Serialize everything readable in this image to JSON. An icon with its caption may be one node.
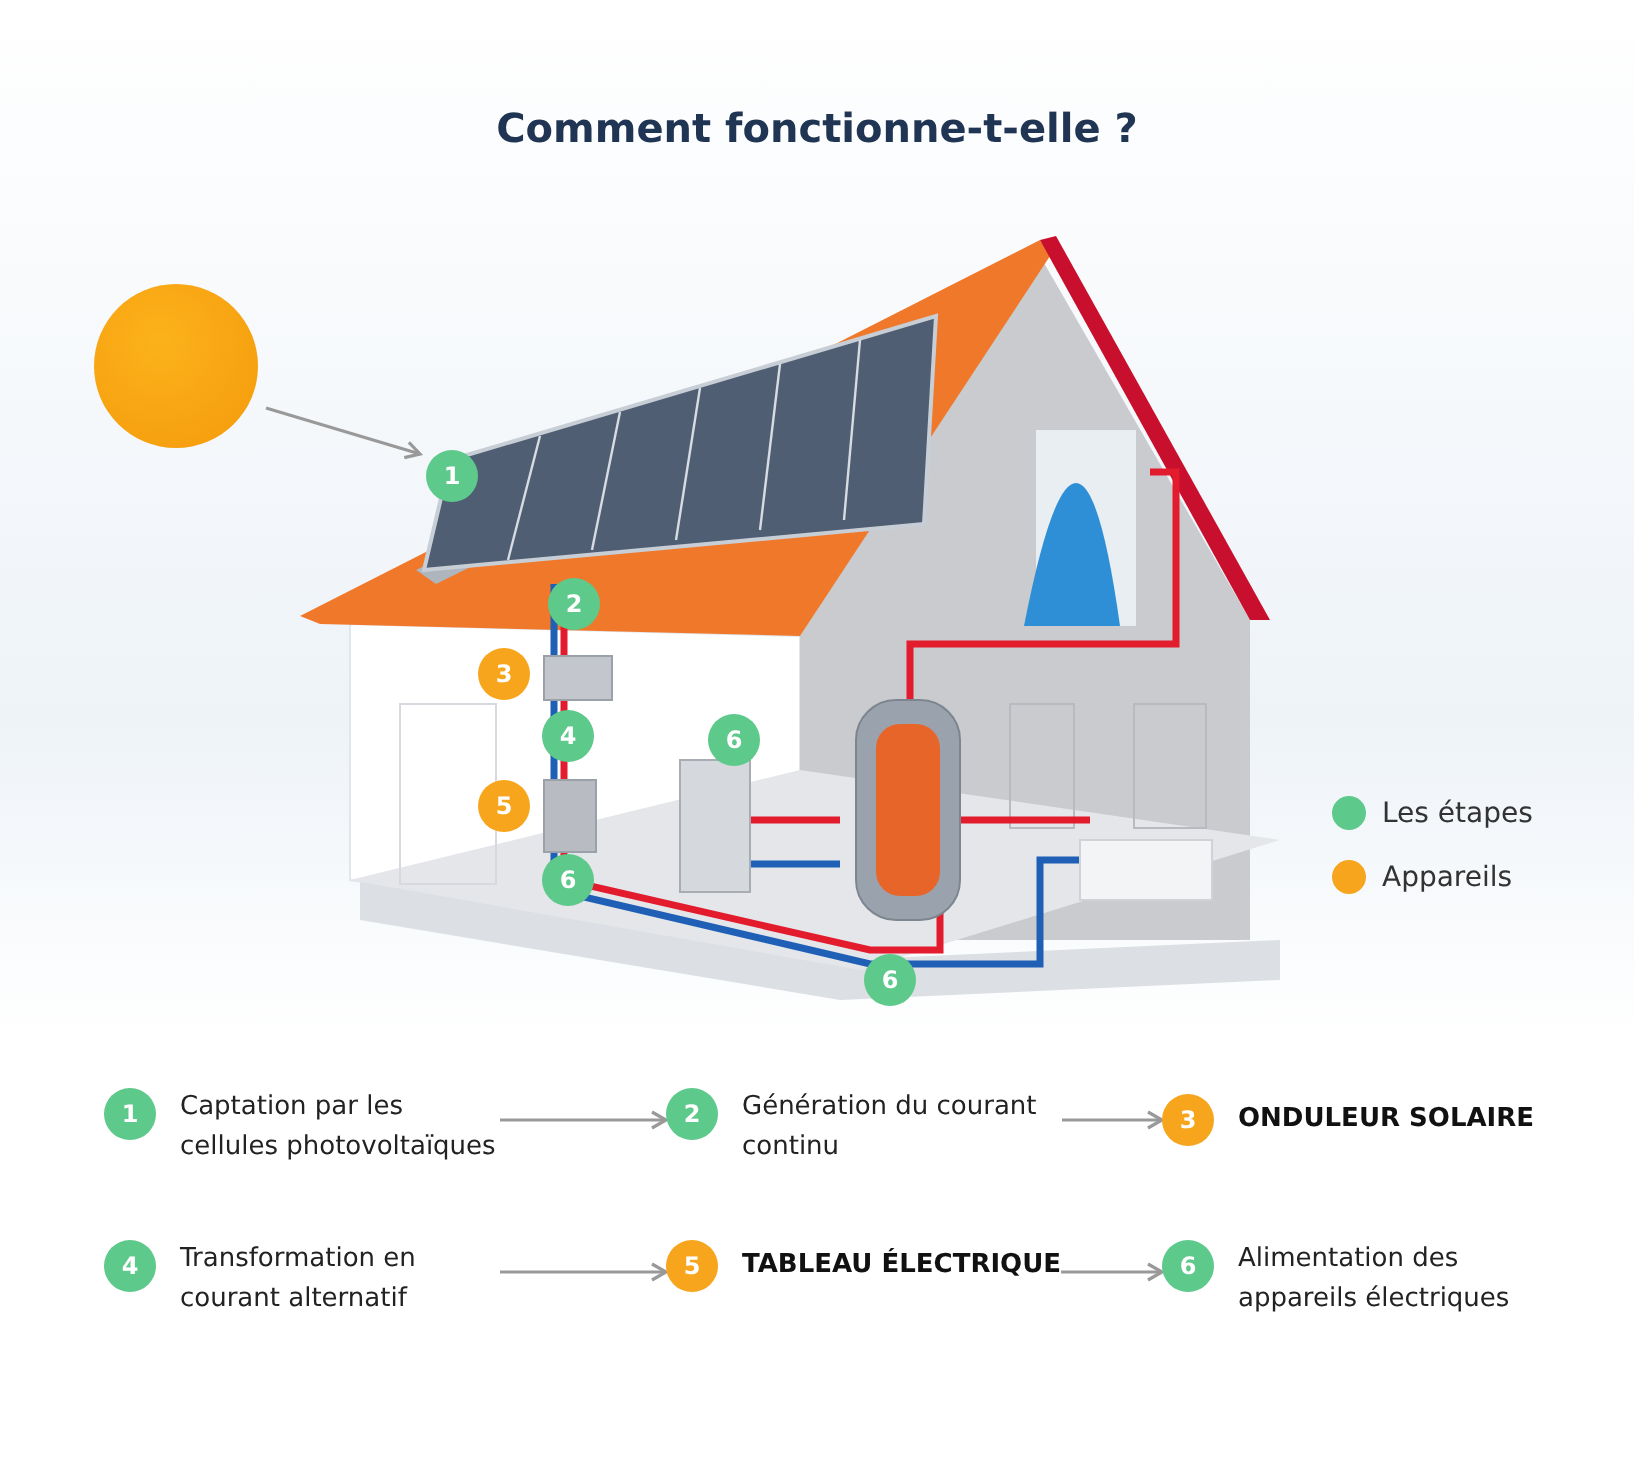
{
  "diagram": {
    "title": "Comment fonctionne-t-elle ?",
    "nodes": [
      {
        "text": [
          "1",
          "Captation par les cellules photovoltaïques"
        ]
      },
      {
        "text": [
          "2",
          "Génération du courant continu"
        ]
      },
      {
        "text": [
          "3",
          "ONDULEUR SOLAIRE"
        ]
      },
      {
        "text": [
          "4",
          "Transformation en courant alternatif"
        ]
      },
      {
        "text": [
          "5",
          "TABLEAU ÉLECTRIQUE"
        ]
      },
      {
        "text": [
          "6",
          "Alimentation des appareils électriques"
        ]
      },
      {
        "text": [],
        "shape": "circle"
      },
      {
        "text": [
          "1"
        ]
      },
      {
        "text": [
          "2"
        ]
      },
      {
        "text": [
          "3"
        ]
      },
      {
        "text": [
          "4"
        ]
      },
      {
        "text": [
          "6"
        ]
      },
      {
        "text": [
          "5"
        ]
      },
      {
        "text": [
          "6"
        ]
      },
      {
        "text": [
          "6"
        ]
      }
    ],
    "edges": [
      {
        "from": 0,
        "to": 1,
        "arrow": "to"
      },
      {
        "from": 1,
        "to": 2,
        "arrow": "to"
      },
      {
        "from": 3,
        "to": 4,
        "arrow": "to"
      },
      {
        "from": 4,
        "to": 5,
        "arrow": "to"
      },
      {
        "from": 6,
        "to": 7,
        "arrow": "to"
      }
    ],
    "legend": [
      {
        "text": "Les étapes",
        "color": "#5dc98a"
      },
      {
        "text": "Appareils",
        "color": "#f7a51c"
      }
    ]
  }
}
